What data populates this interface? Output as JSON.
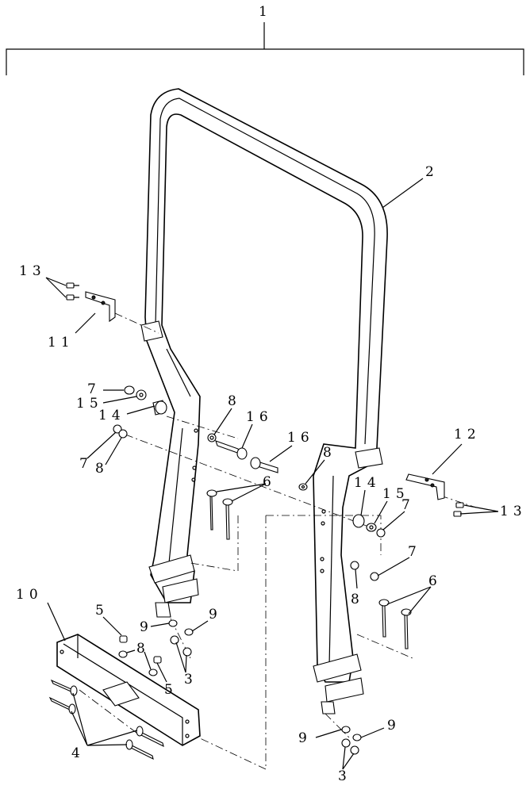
{
  "callouts": {
    "c1": "1",
    "c2": "2",
    "c3a": "3",
    "c3b": "3",
    "c4": "4",
    "c5a": "5",
    "c5b": "5",
    "c6a": "6",
    "c6b": "6",
    "c7a": "7",
    "c7b": "7",
    "c7c": "7",
    "c7d": "7",
    "c8a": "8",
    "c8b": "8",
    "c8c": "8",
    "c8d": "8",
    "c8e": "8",
    "c9a": "9",
    "c9b": "9",
    "c9c": "9",
    "c9d": "9",
    "c10": "10",
    "c11": "11",
    "c12": "12",
    "c13a": "13",
    "c13b": "13",
    "c14a": "14",
    "c14b": "14",
    "c15a": "15",
    "c15b": "15",
    "c16a": "16",
    "c16b": "16"
  }
}
